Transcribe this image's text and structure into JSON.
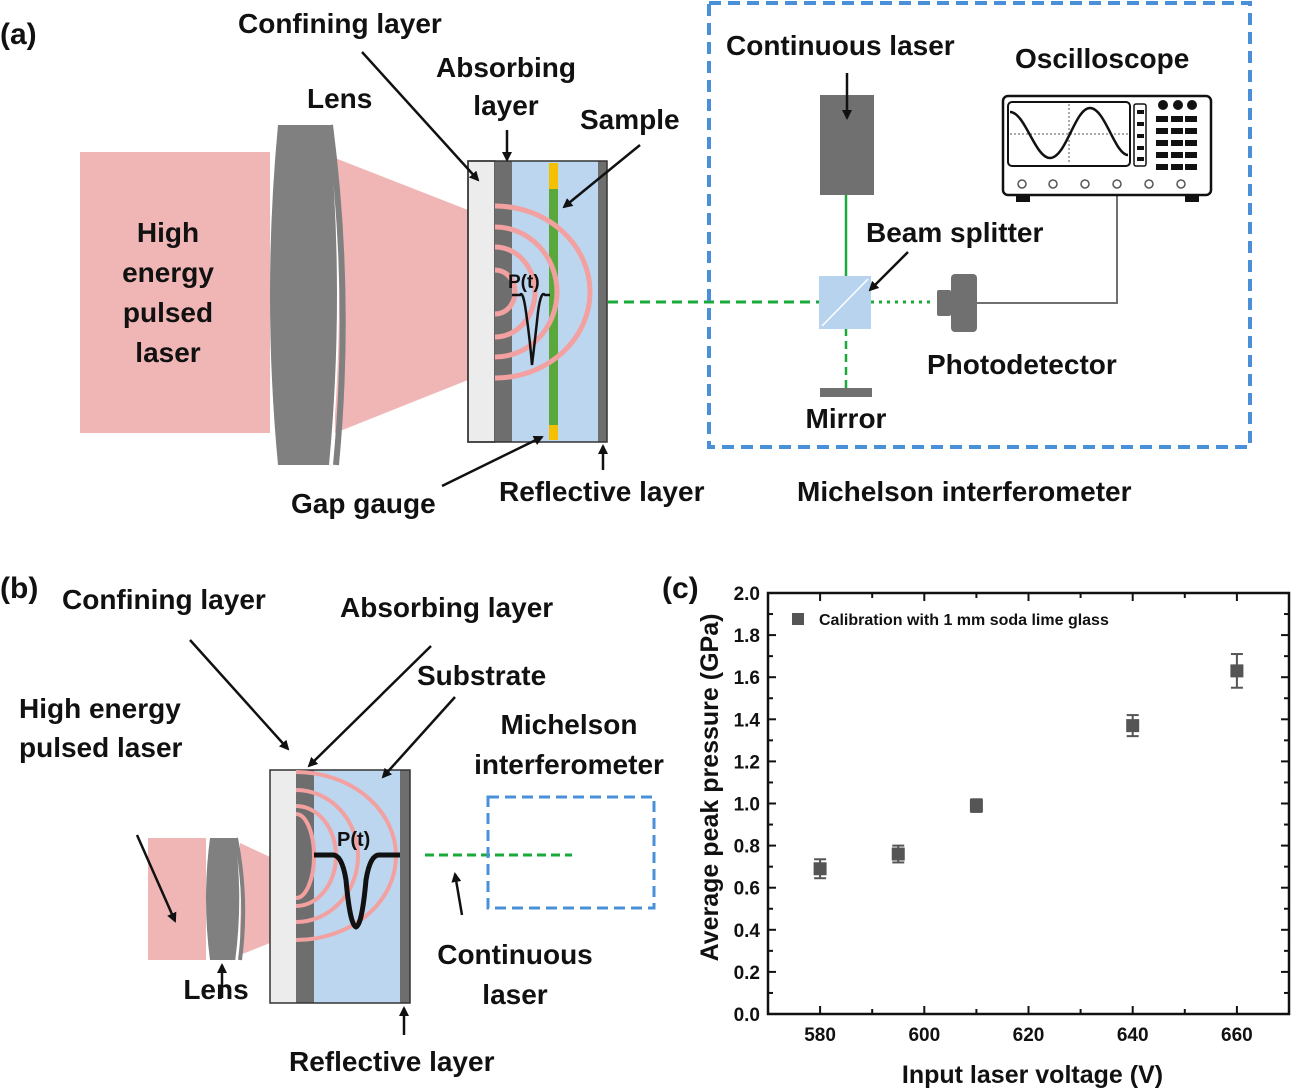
{
  "panels": {
    "a": {
      "tag": "(a)",
      "labels": {
        "confining_layer": "Confining layer",
        "absorbing_layer_1": "Absorbing",
        "absorbing_layer_2": "layer",
        "lens": "Lens",
        "sample": "Sample",
        "laser_1": "High",
        "laser_2": "energy",
        "laser_3": "pulsed",
        "laser_4": "laser",
        "pulse": "P(t)",
        "gap_gauge": "Gap gauge",
        "reflective_layer": "Reflective layer",
        "continuous_laser": "Continuous laser",
        "oscilloscope": "Oscilloscope",
        "beam_splitter": "Beam splitter",
        "photodetector": "Photodetector",
        "mirror": "Mirror",
        "michelson": "Michelson interferometer"
      }
    },
    "b": {
      "tag": "(b)",
      "labels": {
        "confining_layer": "Confining layer",
        "absorbing_layer": "Absorbing layer",
        "substrate": "Substrate",
        "laser_1": "High energy",
        "laser_2": "pulsed laser",
        "michelson_1": "Michelson",
        "michelson_2": "interferometer",
        "pulse": "P(t)",
        "lens": "Lens",
        "continuous_1": "Continuous",
        "continuous_2": "laser",
        "reflective_layer": "Reflective layer"
      }
    },
    "c": {
      "tag": "(c)"
    }
  },
  "colors": {
    "laser_pink": "#f0b6b6",
    "lens_gray": "#7f7f7f",
    "confining": "#ececec",
    "absorber": "#6e6e6e",
    "substrate_blue": "#bcd6ef",
    "gauge_yellow": "#f5c000",
    "sample_green": "#5aa83c",
    "beam_green": "#1aaa3a",
    "box_blue": "#4a90d9",
    "marker": "#555555"
  },
  "chart_data": {
    "type": "scatter",
    "title": "",
    "xlabel": "Input laser voltage (V)",
    "ylabel": "Average peak pressure (GPa)",
    "xlim": [
      570,
      670
    ],
    "ylim": [
      0,
      2.0
    ],
    "xticks": [
      580,
      600,
      620,
      640,
      660
    ],
    "yticks": [
      0.0,
      0.2,
      0.4,
      0.6,
      0.8,
      1.0,
      1.2,
      1.4,
      1.6,
      1.8,
      2.0
    ],
    "legend": {
      "position": "top-left",
      "entries": [
        "Calibration with 1 mm soda lime glass"
      ]
    },
    "grid": false,
    "series": [
      {
        "name": "Calibration with 1 mm soda lime glass",
        "x": [
          580,
          595,
          610,
          640,
          660
        ],
        "y": [
          0.69,
          0.76,
          0.99,
          1.37,
          1.63
        ],
        "yerr": [
          0.045,
          0.04,
          0.03,
          0.05,
          0.08
        ]
      }
    ]
  }
}
